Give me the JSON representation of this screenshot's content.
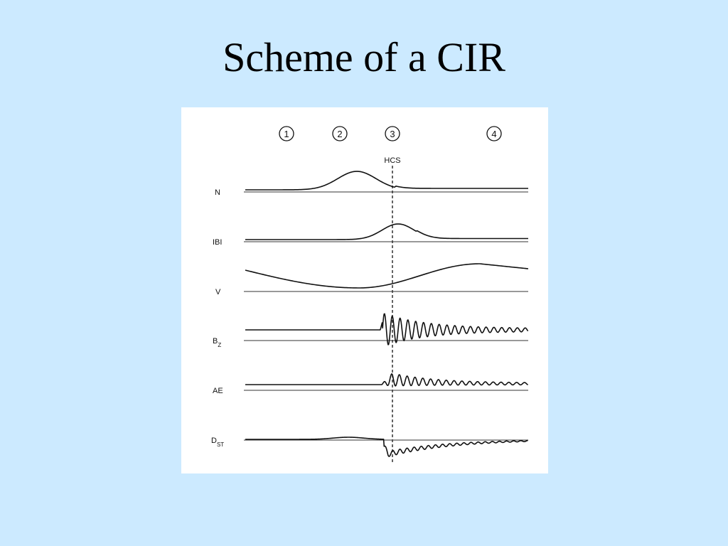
{
  "slide": {
    "title": "Scheme of a CIR"
  },
  "diagram": {
    "regions": [
      "1",
      "2",
      "3",
      "4"
    ],
    "divider_label": "HCS",
    "panels": [
      {
        "label": "N",
        "subscript": ""
      },
      {
        "label": "IBI",
        "subscript": ""
      },
      {
        "label": "V",
        "subscript": ""
      },
      {
        "label": "B",
        "subscript": "Z"
      },
      {
        "label": "AE",
        "subscript": ""
      },
      {
        "label": "D",
        "subscript": "ST"
      }
    ]
  },
  "colors": {
    "background": "#cceaff",
    "panel": "#ffffff",
    "ink": "#111111"
  }
}
